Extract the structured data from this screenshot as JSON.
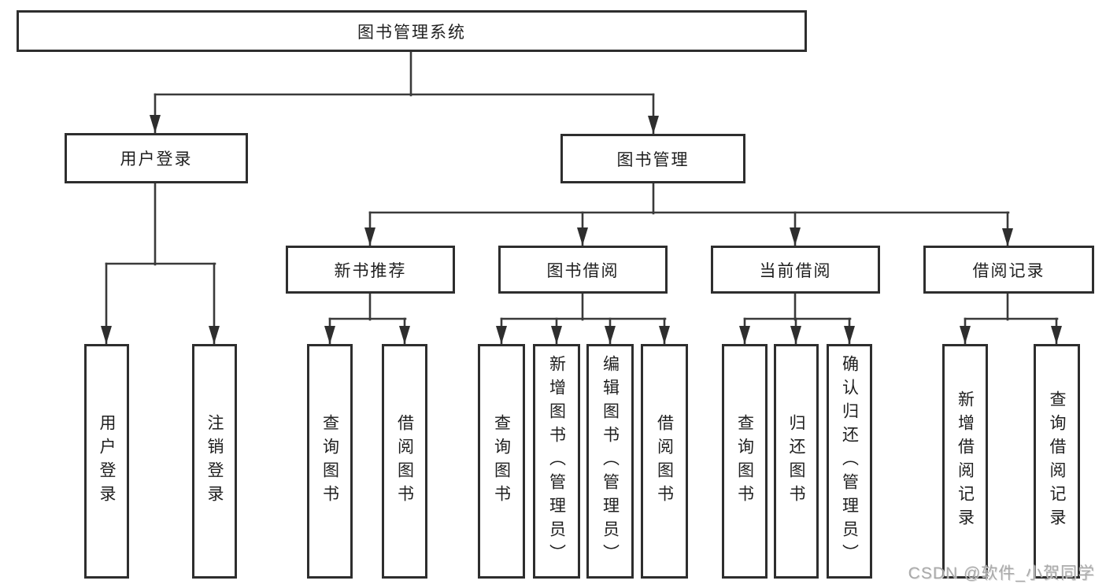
{
  "watermark": {
    "text": "CSDN @软件_小贺同学"
  },
  "colors": {
    "line": "#3a3a3a",
    "border": "#2e2e2e",
    "text": "#1f1f1f",
    "watermark": "#9e9e9e",
    "background": "#ffffff"
  },
  "tree": {
    "root": {
      "label": "图书管理系统"
    },
    "branches": [
      {
        "label": "用户登录",
        "children": [
          {
            "label": "用户登录"
          },
          {
            "label": "注销登录"
          }
        ]
      },
      {
        "label": "图书管理",
        "children": [
          {
            "label": "新书推荐",
            "children": [
              {
                "label": "查询图书"
              },
              {
                "label": "借阅图书"
              }
            ]
          },
          {
            "label": "图书借阅",
            "children": [
              {
                "label": "查询图书"
              },
              {
                "label": "新增图书（管理员）"
              },
              {
                "label": "编辑图书（管理员）"
              },
              {
                "label": "借阅图书"
              }
            ]
          },
          {
            "label": "当前借阅",
            "children": [
              {
                "label": "查询图书"
              },
              {
                "label": "归还图书"
              },
              {
                "label": "确认归还（管理员）"
              }
            ]
          },
          {
            "label": "借阅记录",
            "children": [
              {
                "label": "新增借阅记录"
              },
              {
                "label": "查询借阅记录"
              }
            ]
          }
        ]
      }
    ]
  }
}
